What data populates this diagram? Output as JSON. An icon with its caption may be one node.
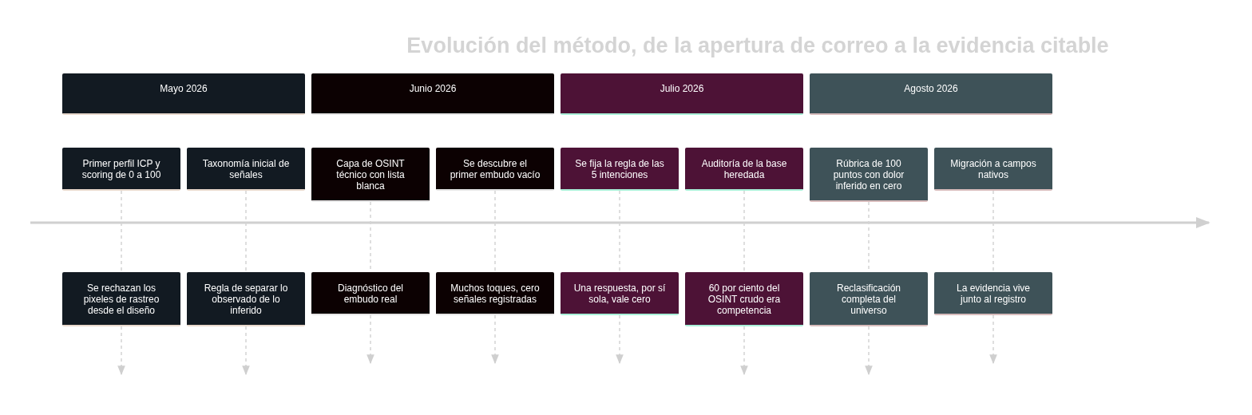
{
  "diagram": {
    "title": "Evolución del método, de la apertura de correo a la evidencia citable",
    "nodes": [
      {
        "text": [
          "Mayo 2026"
        ]
      },
      {
        "text": [
          "Junio 2026"
        ]
      },
      {
        "text": [
          "Julio 2026"
        ]
      },
      {
        "text": [
          "Agosto 2026"
        ]
      },
      {
        "text": [
          "Primer perfil ICP y scoring de 0 a 100"
        ]
      },
      {
        "text": [
          "Taxonomía inicial de señales"
        ]
      },
      {
        "text": [
          "Capa de OSINT técnico con lista blanca"
        ]
      },
      {
        "text": [
          "Se descubre el primer embudo vacío"
        ]
      },
      {
        "text": [
          "Se fija la regla de las 5 intenciones"
        ]
      },
      {
        "text": [
          "Auditoría de la base heredada"
        ]
      },
      {
        "text": [
          "Rúbrica de 100 puntos con dolor inferido en cero"
        ]
      },
      {
        "text": [
          "Migración a campos nativos"
        ]
      },
      {
        "text": [
          "Se rechazan los pixeles de rastreo desde el diseño"
        ]
      },
      {
        "text": [
          "Regla de separar lo observado de lo inferido"
        ]
      },
      {
        "text": [
          "Diagnóstico del embudo real"
        ]
      },
      {
        "text": [
          "Muchos toques, cero señales registradas"
        ]
      },
      {
        "text": [
          "Una respuesta, por sí sola, vale cero"
        ]
      },
      {
        "text": [
          "60 por ciento del OSINT crudo era competencia"
        ]
      },
      {
        "text": [
          "Reclasificación completa del universo"
        ]
      },
      {
        "text": [
          "La evidencia vive junto al registro"
        ]
      }
    ],
    "edges": [
      {
        "from": 4,
        "to": 12,
        "arrow": "none",
        "style": "dashed"
      },
      {
        "from": 5,
        "to": 13,
        "arrow": "none",
        "style": "dashed"
      },
      {
        "from": 6,
        "to": 14,
        "arrow": "none",
        "style": "dashed"
      },
      {
        "from": 7,
        "to": 15,
        "arrow": "none",
        "style": "dashed"
      },
      {
        "from": 8,
        "to": 16,
        "arrow": "none",
        "style": "dashed"
      },
      {
        "from": 9,
        "to": 17,
        "arrow": "none",
        "style": "dashed"
      },
      {
        "from": 10,
        "to": 18,
        "arrow": "none",
        "style": "dashed"
      },
      {
        "from": 11,
        "to": 19,
        "arrow": "none",
        "style": "dashed"
      },
      {
        "from": 12,
        "to": null,
        "arrow": "to",
        "style": "dashed"
      },
      {
        "from": 13,
        "to": null,
        "arrow": "to",
        "style": "dashed"
      },
      {
        "from": 14,
        "to": null,
        "arrow": "to",
        "style": "dashed"
      },
      {
        "from": 15,
        "to": null,
        "arrow": "to",
        "style": "dashed"
      },
      {
        "from": 16,
        "to": null,
        "arrow": "to",
        "style": "dashed"
      },
      {
        "from": 17,
        "to": null,
        "arrow": "to",
        "style": "dashed"
      },
      {
        "from": 18,
        "to": null,
        "arrow": "to",
        "style": "dashed"
      },
      {
        "from": 19,
        "to": null,
        "arrow": "to",
        "style": "dashed"
      }
    ]
  }
}
